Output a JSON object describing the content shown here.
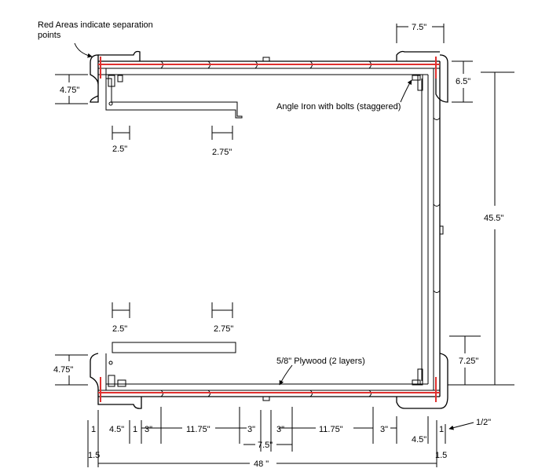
{
  "notes": {
    "separation_line1": "Red Areas indicate separation",
    "separation_line2": "points",
    "angle_iron": "Angle Iron with bolts (staggered)",
    "plywood": "5/8\" Plywood (2 layers)"
  },
  "dims": {
    "top_corner_width": "7.5\"",
    "top_left_height": "4.75\"",
    "top_right_height": "6.5\"",
    "top_brace_left": "2.5\"",
    "top_brace_right": "2.75\"",
    "right_side_length": "45.5\"",
    "bottom_brace_left": "2.5\"",
    "bottom_brace_right": "2.75\"",
    "bottom_left_height": "4.75\"",
    "bottom_right_height": "7.25\"",
    "half_inch": "1/2\"",
    "seg_1a": "1",
    "seg_45a": "4.5\"",
    "seg_1b": "1",
    "seg_3a": "3\"",
    "seg_1175a": "11.75\"",
    "seg_3b": "3\"",
    "seg_3c": "3\"",
    "seg_1175b": "11.75\"",
    "seg_3d": "3\"",
    "seg_45b": "4.5\"",
    "seg_1c": "1",
    "center_75": "7.5\"",
    "left_15": "1.5",
    "right_15": "1.5",
    "total_48": "48 \""
  },
  "colors": {
    "separation": "#e0312f",
    "line": "#000000"
  }
}
